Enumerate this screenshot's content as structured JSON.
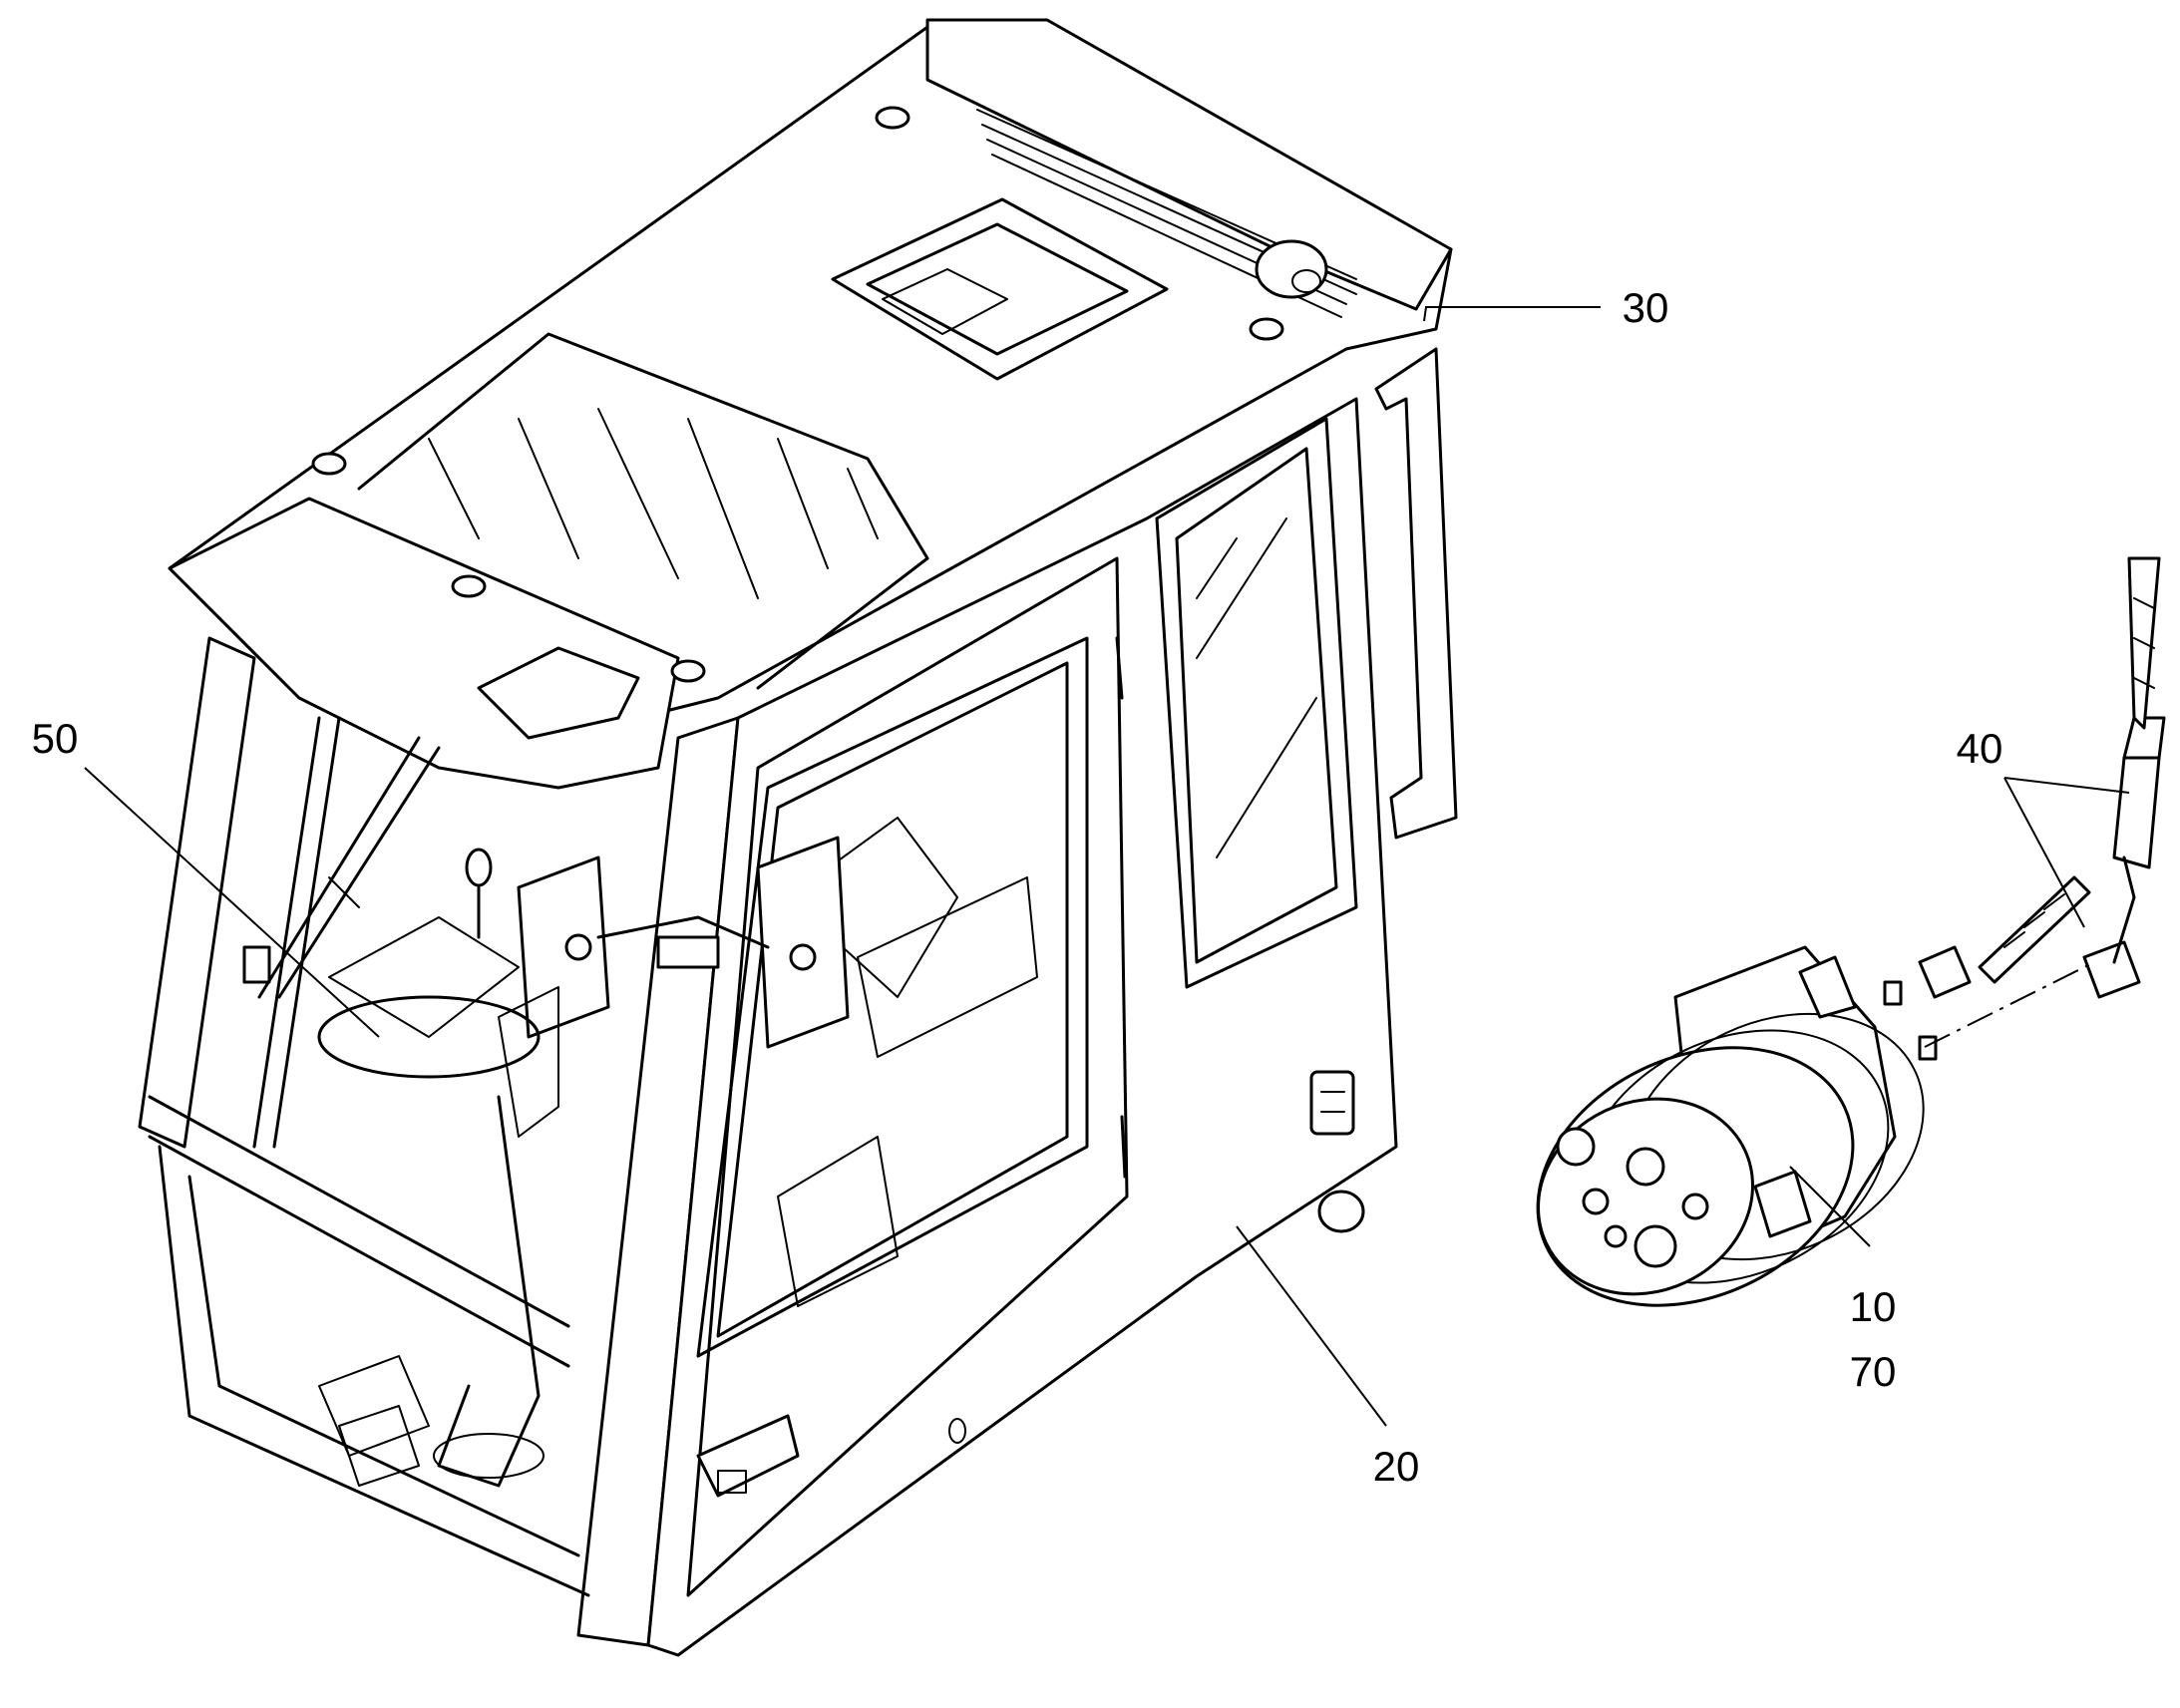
{
  "diagram": {
    "type": "exploded-parts-illustration",
    "callouts": [
      {
        "id": "cab-roof-unit",
        "text": "30"
      },
      {
        "id": "cab-body",
        "text": "20"
      },
      {
        "id": "hose-assembly",
        "text": "40"
      },
      {
        "id": "compressor",
        "text": "10"
      },
      {
        "id": "compressor-sub",
        "text": "70"
      },
      {
        "id": "wiper-assembly",
        "text": "50"
      }
    ],
    "colors": {
      "line": "#000000",
      "background": "#ffffff"
    }
  }
}
